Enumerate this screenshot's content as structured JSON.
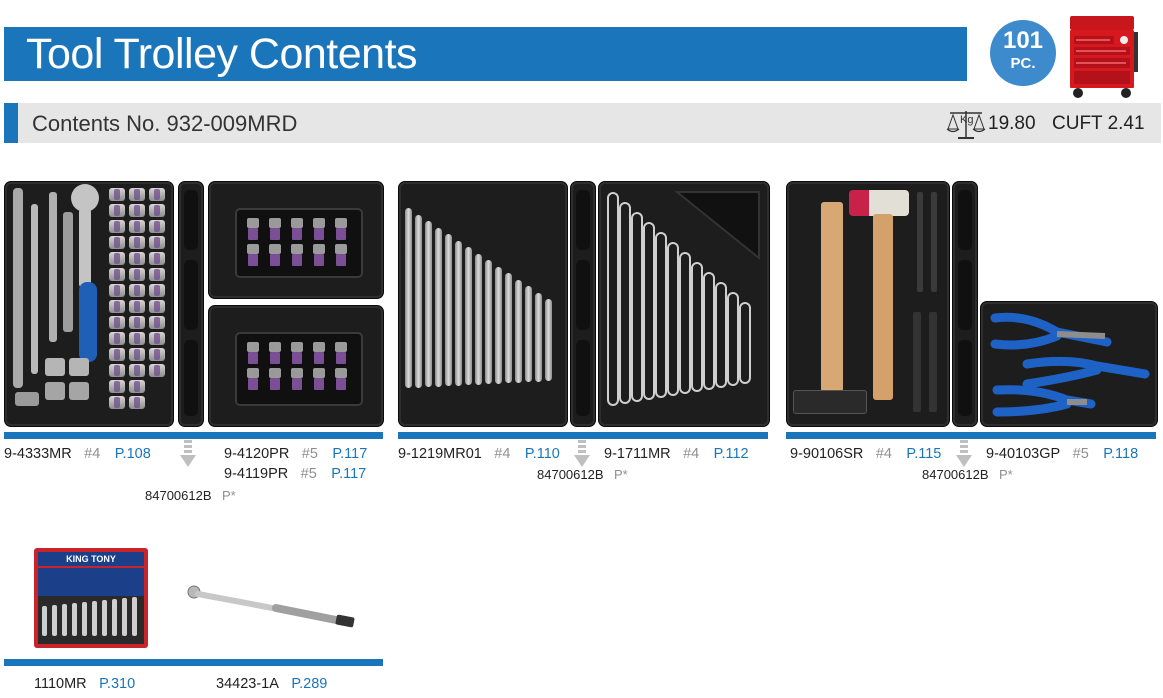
{
  "header": {
    "title": "Tool Trolley Contents",
    "badge_number": "101",
    "badge_unit": "PC.",
    "contents_label": "Contents No. 932-009MRD",
    "weight_unit": "Kg",
    "weight_value": "19.80",
    "volume_label": "CUFT 2.41"
  },
  "colors": {
    "brand_blue": "#1b75bb",
    "tray_black": "#1d1d1d",
    "trolley_red": "#d7191f"
  },
  "groups": [
    {
      "items": [
        {
          "code": "9-4333MR",
          "qty": "#4",
          "page": "P.108"
        },
        {
          "code": "9-4120PR",
          "qty": "#5",
          "page": "P.117"
        },
        {
          "code": "9-4119PR",
          "qty": "#5",
          "page": "P.117"
        }
      ],
      "part_no": "84700612B",
      "part_note": "P*"
    },
    {
      "items": [
        {
          "code": "9-1219MR01",
          "qty": "#4",
          "page": "P.110"
        },
        {
          "code": "9-1711MR",
          "qty": "#4",
          "page": "P.112"
        }
      ],
      "part_no": "84700612B",
      "part_note": "P*"
    },
    {
      "items": [
        {
          "code": "9-90106SR",
          "qty": "#4",
          "page": "P.115"
        },
        {
          "code": "9-40103GP",
          "qty": "#5",
          "page": "P.118"
        }
      ],
      "part_no": "84700612B",
      "part_note": "P*"
    }
  ],
  "extras": [
    {
      "code": "1110MR",
      "page": "P.310"
    },
    {
      "code": "34423-1A",
      "page": "P.289"
    }
  ],
  "brand_logo": "KING TONY",
  "icons": [
    "weight-scale-icon",
    "down-arrow-icon",
    "tool-trolley-image"
  ]
}
